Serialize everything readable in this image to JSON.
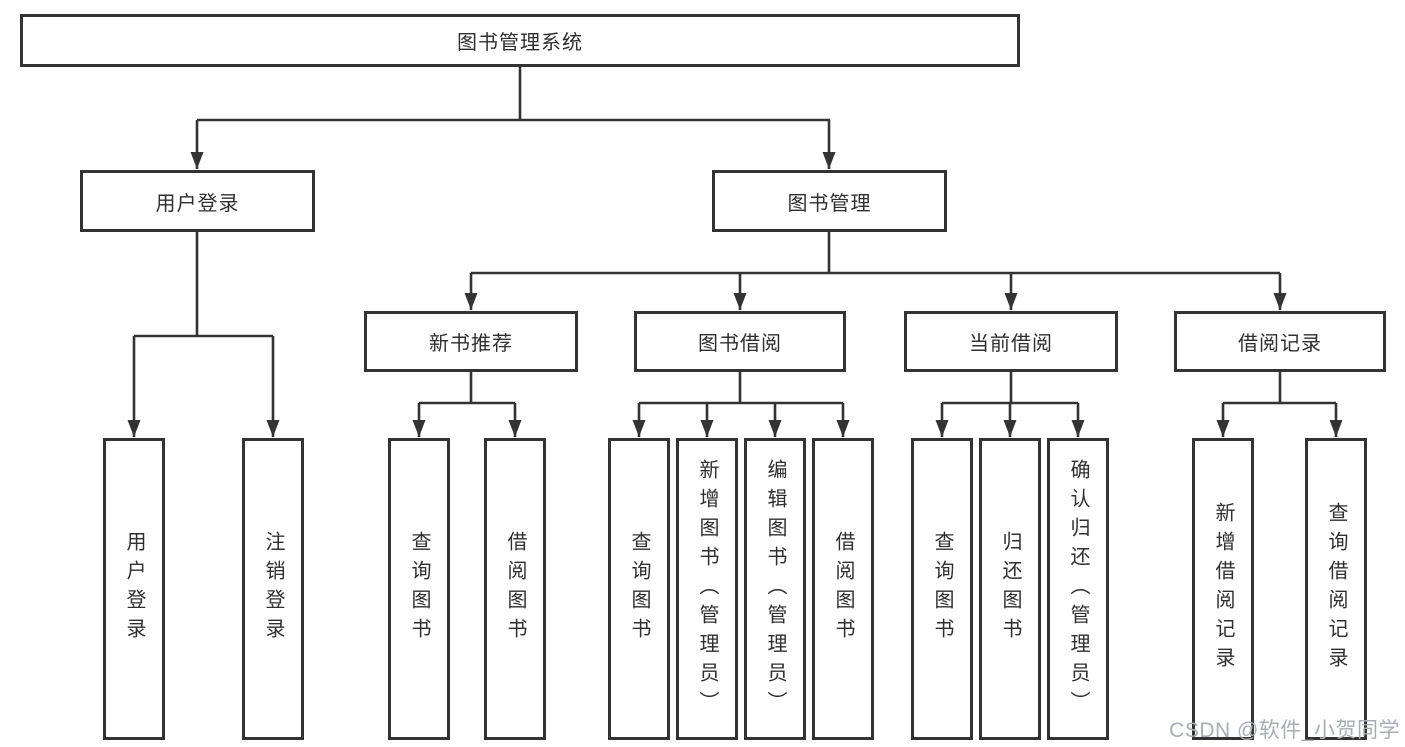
{
  "root": {
    "label": "图书管理系统"
  },
  "level2": [
    {
      "label": "用户登录"
    },
    {
      "label": "图书管理"
    }
  ],
  "level3": [
    {
      "label": "新书推荐"
    },
    {
      "label": "图书借阅"
    },
    {
      "label": "当前借阅"
    },
    {
      "label": "借阅记录"
    }
  ],
  "leaves": [
    {
      "label": "用户登录"
    },
    {
      "label": "注销登录"
    },
    {
      "label": "查询图书"
    },
    {
      "label": "借阅图书"
    },
    {
      "label": "查询图书"
    },
    {
      "label": "新增图书（管理员）"
    },
    {
      "label": "编辑图书（管理员）"
    },
    {
      "label": "借阅图书"
    },
    {
      "label": "查询图书"
    },
    {
      "label": "归还图书"
    },
    {
      "label": "确认归还（管理员）"
    },
    {
      "label": "新增借阅记录"
    },
    {
      "label": "查询借阅记录"
    }
  ],
  "watermark": {
    "text": "CSDN @软件_小贺同学"
  },
  "colors": {
    "line": "#333333",
    "border": "#333333",
    "text": "#2f2f2f",
    "watermark": "#a8aeb6",
    "background": "#ffffff"
  }
}
